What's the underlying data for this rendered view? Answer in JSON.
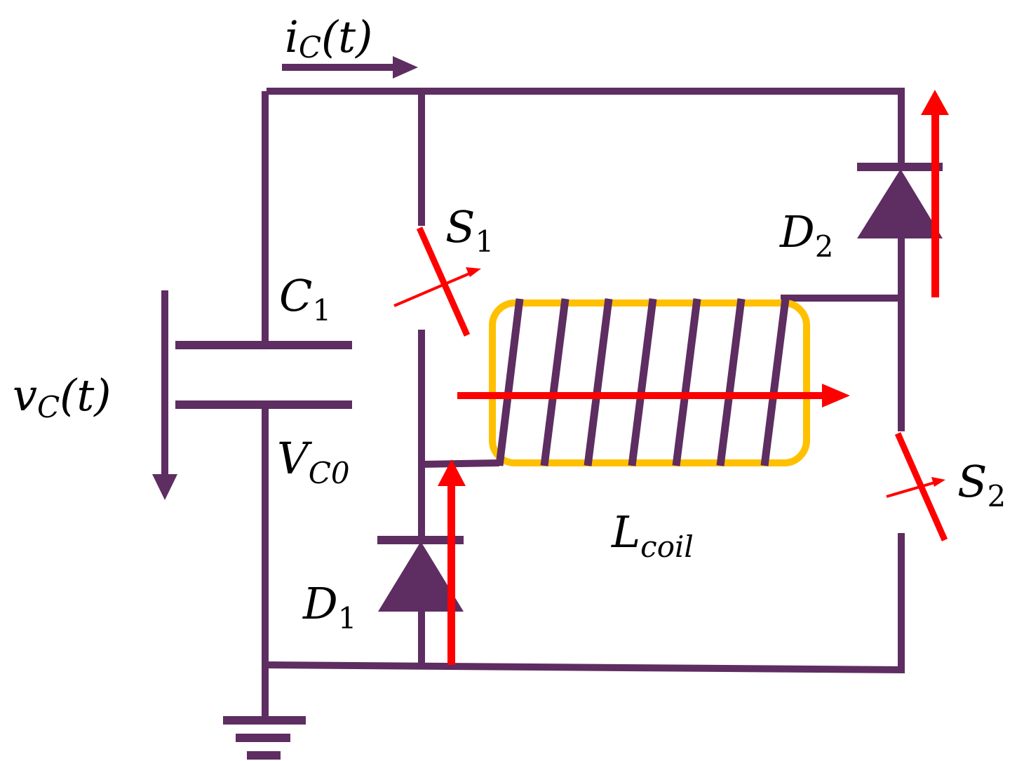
{
  "colors": {
    "wire": "#5e2d61",
    "arrow": "#ff0000",
    "core": "#ffc000",
    "background": "#ffffff"
  },
  "labels": {
    "current": {
      "main": "i",
      "sub": "C",
      "suffix": "(t)"
    },
    "voltage": {
      "main": "v",
      "sub": "C",
      "suffix": "(t)"
    },
    "capacitor": {
      "main": "C",
      "sub": "1"
    },
    "initial_voltage": {
      "main": "V",
      "sub": "C0"
    },
    "switch1": {
      "main": "S",
      "sub": "1"
    },
    "switch2": {
      "main": "S",
      "sub": "2"
    },
    "diode1": {
      "main": "D",
      "sub": "1"
    },
    "diode2": {
      "main": "D",
      "sub": "2"
    },
    "coil": {
      "main": "L",
      "sub": "coil"
    }
  }
}
